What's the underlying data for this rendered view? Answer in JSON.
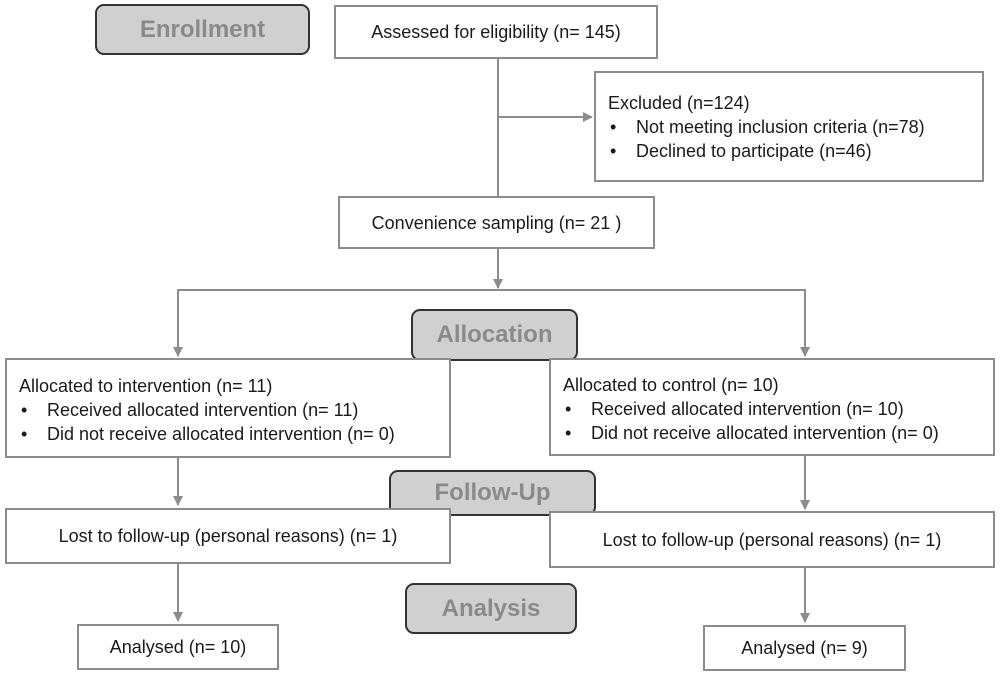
{
  "stages": {
    "enrollment": "Enrollment",
    "allocation": "Allocation",
    "follow_up": "Follow-Up",
    "analysis": "Analysis"
  },
  "boxes": {
    "assessed": "Assessed for eligibility (n= 145)",
    "excluded": {
      "head": "Excluded  (n=124)",
      "items": [
        "Not meeting inclusion criteria  (n=78)",
        "Declined to participate (n=46)"
      ]
    },
    "convenience": "Convenience sampling (n= 21 )",
    "intervention": {
      "head": "Allocated to intervention (n= 11)",
      "items": [
        "Received allocated intervention (n= 11)",
        "Did not receive allocated intervention (n= 0)"
      ]
    },
    "control": {
      "head": "Allocated to control (n= 10)",
      "items": [
        "Received allocated intervention (n= 10)",
        "Did not receive allocated intervention (n= 0)"
      ]
    },
    "lost_left": "Lost to follow-up (personal reasons) (n= 1)",
    "lost_right": "Lost to follow-up (personal reasons) (n= 1)",
    "analysed_left": "Analysed (n= 10)",
    "analysed_right": "Analysed (n= 9)"
  },
  "colors": {
    "line": "#8c8c8c",
    "stage_fill": "#d0d0d0",
    "stage_text": "#8a8a8a"
  }
}
